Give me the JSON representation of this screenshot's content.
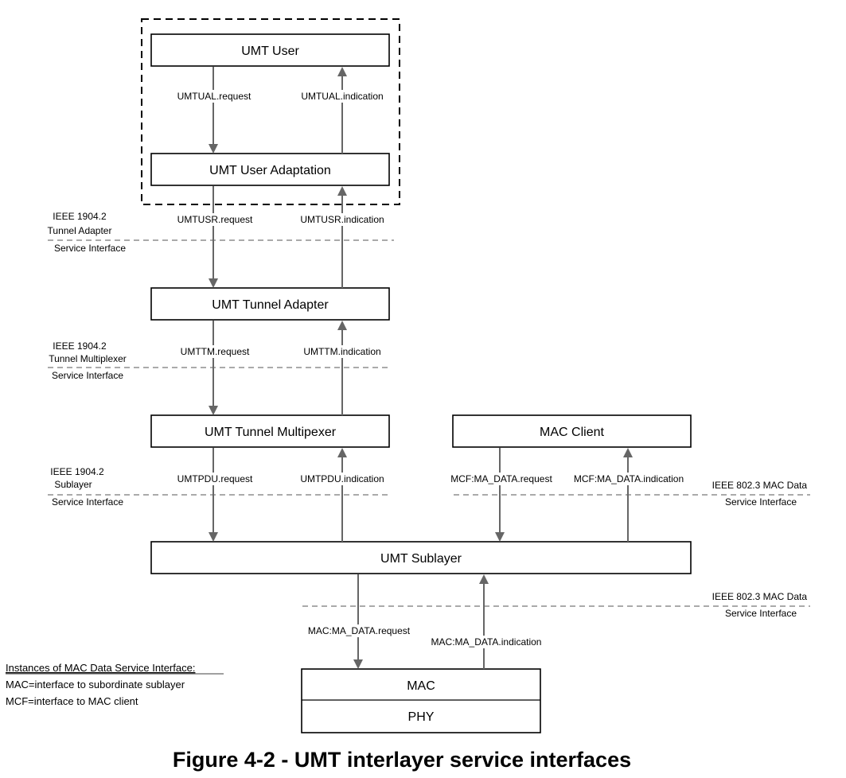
{
  "boxes": {
    "umt_user": "UMT User",
    "umt_user_adaptation": "UMT User Adaptation",
    "umt_tunnel_adapter": "UMT Tunnel Adapter",
    "umt_tunnel_multiplexer": "UMT Tunnel Multipexer",
    "mac_client": "MAC Client",
    "umt_sublayer": "UMT Sublayer",
    "mac": "MAC",
    "phy": "PHY"
  },
  "messages": {
    "umtual_request": "UMTUAL.request",
    "umtual_indication": "UMTUAL.indication",
    "umtusr_request": "UMTUSR.request",
    "umtusr_indication": "UMTUSR.indication",
    "umttm_request": "UMTTM.request",
    "umttm_indication": "UMTTM.indication",
    "umtpdu_request": "UMTPDU.request",
    "umtpdu_indication": "UMTPDU.indication",
    "mcf_request": "MCF:MA_DATA.request",
    "mcf_indication": "MCF:MA_DATA.indication",
    "mac_request": "MAC:MA_DATA.request",
    "mac_indication": "MAC:MA_DATA.indication"
  },
  "interfaces": {
    "tunnel_adapter": [
      "IEEE 1904.2",
      "Tunnel Adapter",
      "Service Interface"
    ],
    "tunnel_multiplexer": [
      "IEEE 1904.2",
      "Tunnel Multiplexer",
      "Service Interface"
    ],
    "sublayer": [
      "IEEE 1904.2",
      "Sublayer",
      "Service Interface"
    ],
    "mac_data_upper": [
      "IEEE 802.3 MAC Data",
      "Service Interface"
    ],
    "mac_data_lower": [
      "IEEE 802.3 MAC Data",
      "Service Interface"
    ]
  },
  "note": {
    "title": "Instances of MAC Data Service Interface:",
    "line1": "MAC=interface to subordinate sublayer",
    "line2": "MCF=interface to MAC client"
  },
  "caption": "Figure 4-2 - UMT interlayer service interfaces"
}
